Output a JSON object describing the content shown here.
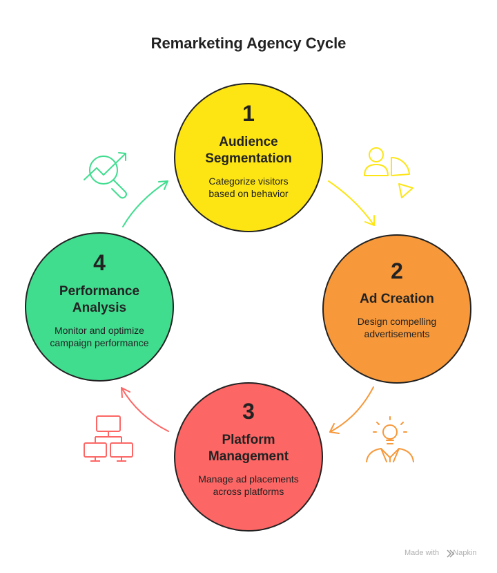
{
  "title": "Remarketing Agency Cycle",
  "colors": {
    "stage_1": "#FDE514",
    "stage_2": "#F7983A",
    "stage_3": "#FC6665",
    "stage_4": "#40DD8F",
    "outline": "#222222"
  },
  "stages": [
    {
      "number": "1",
      "title_line1": "Audience",
      "title_line2": "Segmentation",
      "desc_line1": "Categorize visitors",
      "desc_line2": "based on behavior",
      "icon": "audience-segments-icon"
    },
    {
      "number": "2",
      "title_line1": "Ad Creation",
      "title_line2": "",
      "desc_line1": "Design compelling",
      "desc_line2": "advertisements",
      "icon": "lightbulb-person-icon"
    },
    {
      "number": "3",
      "title_line1": "Platform",
      "title_line2": "Management",
      "desc_line1": "Manage ad placements",
      "desc_line2": "across platforms",
      "icon": "network-computers-icon"
    },
    {
      "number": "4",
      "title_line1": "Performance",
      "title_line2": "Analysis",
      "desc_line1": "Monitor and optimize",
      "desc_line2": "campaign performance",
      "icon": "magnifier-trend-icon"
    }
  ],
  "footer": {
    "made_with": "Made with",
    "brand": "Napkin"
  }
}
